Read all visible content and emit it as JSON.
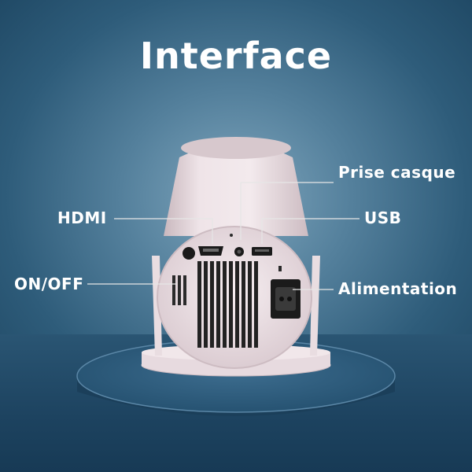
{
  "title": "Interface",
  "labels": {
    "prise_casque": "Prise casque",
    "hdmi": "HDMI",
    "usb": "USB",
    "on_off": "ON/OFF",
    "alimentation": "Alimentation"
  },
  "colors": {
    "background": "#2e5c7a",
    "device_body": "#ecdfe3",
    "text": "#ffffff"
  }
}
